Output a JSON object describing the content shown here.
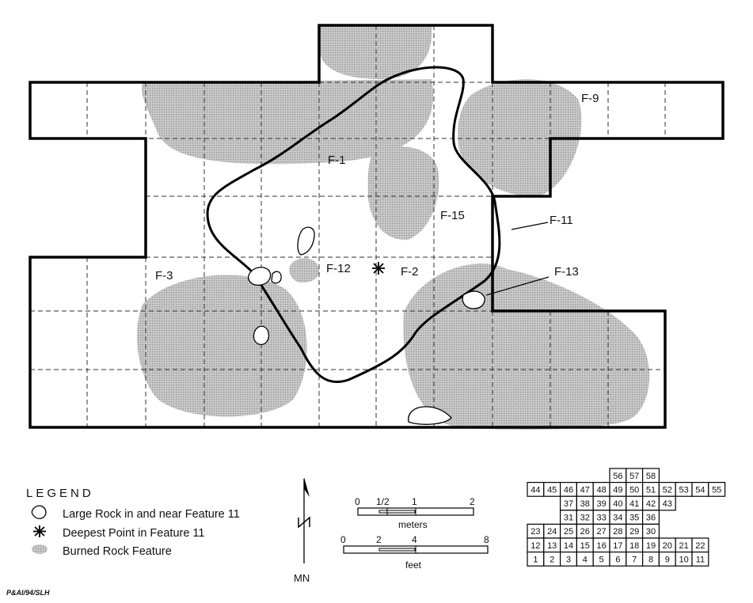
{
  "features": {
    "f1": "F-1",
    "f2": "F-2",
    "f3": "F-3",
    "f9": "F-9",
    "f11": "F-11",
    "f12": "F-12",
    "f13": "F-13",
    "f15": "F-15"
  },
  "legend": {
    "title": "LEGEND",
    "large_rock": "Large Rock in and near Feature 11",
    "deepest_point": "Deepest Point in Feature 11",
    "burned_rock": "Burned Rock Feature"
  },
  "north": {
    "label": "MN"
  },
  "scale_meters": {
    "ticks": [
      "0",
      "1/2",
      "1",
      "2"
    ],
    "unit": "meters"
  },
  "scale_feet": {
    "ticks": [
      "0",
      "2",
      "4",
      "8"
    ],
    "unit": "feet"
  },
  "unit_grid": {
    "rows": [
      [
        "56",
        "57",
        "58"
      ],
      [
        "44",
        "45",
        "46",
        "47",
        "48",
        "49",
        "50",
        "51",
        "52",
        "53",
        "54",
        "55"
      ],
      [
        "37",
        "38",
        "39",
        "40",
        "41",
        "42",
        "43"
      ],
      [
        "31",
        "32",
        "33",
        "34",
        "35",
        "36"
      ],
      [
        "23",
        "24",
        "25",
        "26",
        "27",
        "28",
        "29",
        "30"
      ],
      [
        "12",
        "13",
        "14",
        "15",
        "16",
        "17",
        "18",
        "19",
        "20",
        "21",
        "22"
      ],
      [
        "1",
        "2",
        "3",
        "4",
        "5",
        "6",
        "7",
        "8",
        "9",
        "10",
        "11"
      ]
    ],
    "row_start_cols": [
      5,
      0,
      2,
      2,
      0,
      0,
      0
    ]
  },
  "credit": "P&AI/94/SLH"
}
